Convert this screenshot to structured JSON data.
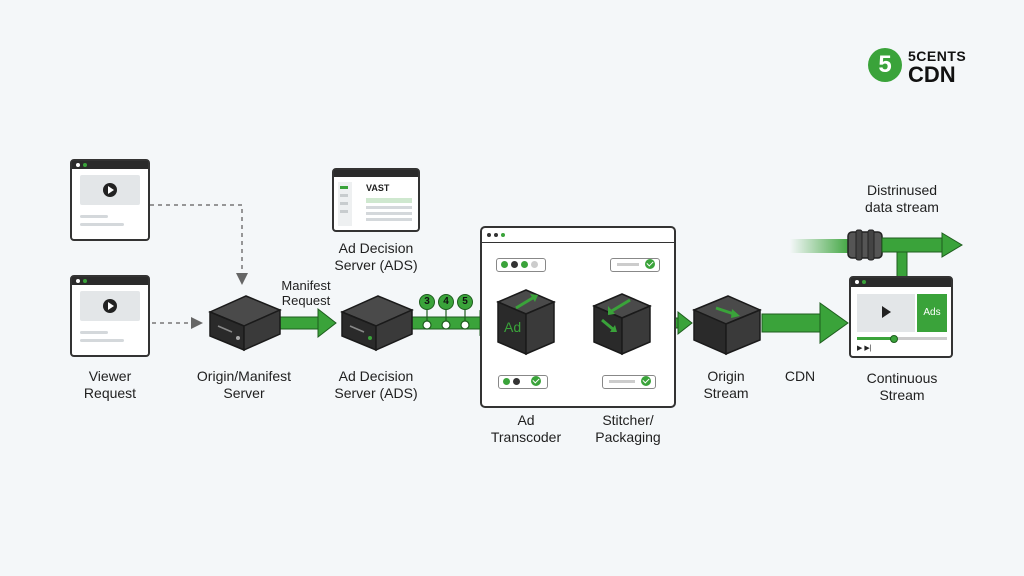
{
  "logo": {
    "number": "5",
    "line1": "5CENTS",
    "line2": "CDN"
  },
  "labels": {
    "viewer_request": [
      "Viewer",
      "Request"
    ],
    "origin_manifest": [
      "Origin/Manifest",
      "Server"
    ],
    "manifest_request": [
      "Manifest",
      "Request"
    ],
    "ads_top": [
      "Ad Decision",
      "Server (ADS)"
    ],
    "ads_bottom": [
      "Ad Decision",
      "Server (ADS)"
    ],
    "ad_transcoder": [
      "Ad",
      "Transcoder"
    ],
    "stitcher": [
      "Stitcher/",
      "Packaging"
    ],
    "origin_stream": [
      "Origin",
      "Stream"
    ],
    "cdn": "CDN",
    "continuous_stream": [
      "Continuous",
      "Stream"
    ],
    "distributed": [
      "Distrinused",
      "data stream"
    ]
  },
  "vast_panel": {
    "title": "VAST"
  },
  "badges": [
    "3",
    "4",
    "5"
  ],
  "cube_ad_label": "Ad",
  "player": {
    "ads_label": "Ads"
  },
  "colors": {
    "green": "#3aa33a",
    "dark": "#2b2b2b",
    "background": "#f4f7f9"
  }
}
